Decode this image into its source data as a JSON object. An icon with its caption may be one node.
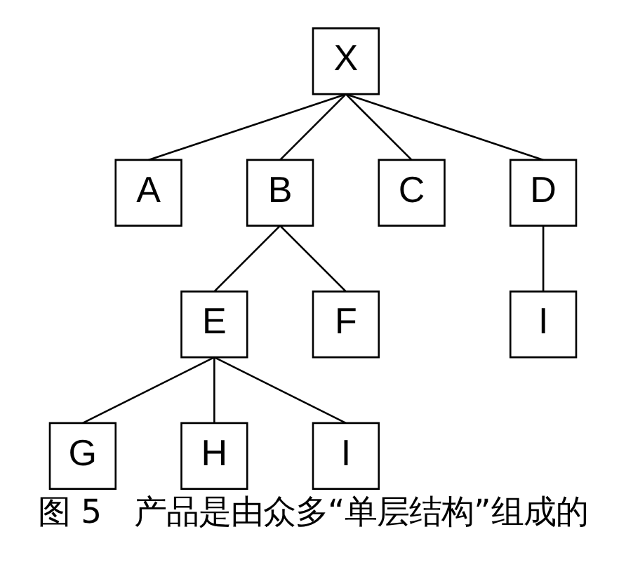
{
  "diagram": {
    "caption": "图 5　产品是由众多“单层结构”组成的",
    "nodes": [
      {
        "text": [
          "X"
        ]
      },
      {
        "text": [
          "A"
        ]
      },
      {
        "text": [
          "B"
        ]
      },
      {
        "text": [
          "C"
        ]
      },
      {
        "text": [
          "D"
        ]
      },
      {
        "text": [
          "E"
        ]
      },
      {
        "text": [
          "F"
        ]
      },
      {
        "text": [
          "I"
        ]
      },
      {
        "text": [
          "G"
        ]
      },
      {
        "text": [
          "H"
        ]
      },
      {
        "text": [
          "I"
        ]
      }
    ],
    "edges": [
      {
        "from": 0,
        "to": 1,
        "arrow": "none"
      },
      {
        "from": 0,
        "to": 2,
        "arrow": "none"
      },
      {
        "from": 0,
        "to": 3,
        "arrow": "none"
      },
      {
        "from": 0,
        "to": 4,
        "arrow": "none"
      },
      {
        "from": 2,
        "to": 5,
        "arrow": "none"
      },
      {
        "from": 2,
        "to": 6,
        "arrow": "none"
      },
      {
        "from": 4,
        "to": 7,
        "arrow": "none"
      },
      {
        "from": 5,
        "to": 8,
        "arrow": "none"
      },
      {
        "from": 5,
        "to": 9,
        "arrow": "none"
      },
      {
        "from": 5,
        "to": 10,
        "arrow": "none"
      }
    ]
  }
}
